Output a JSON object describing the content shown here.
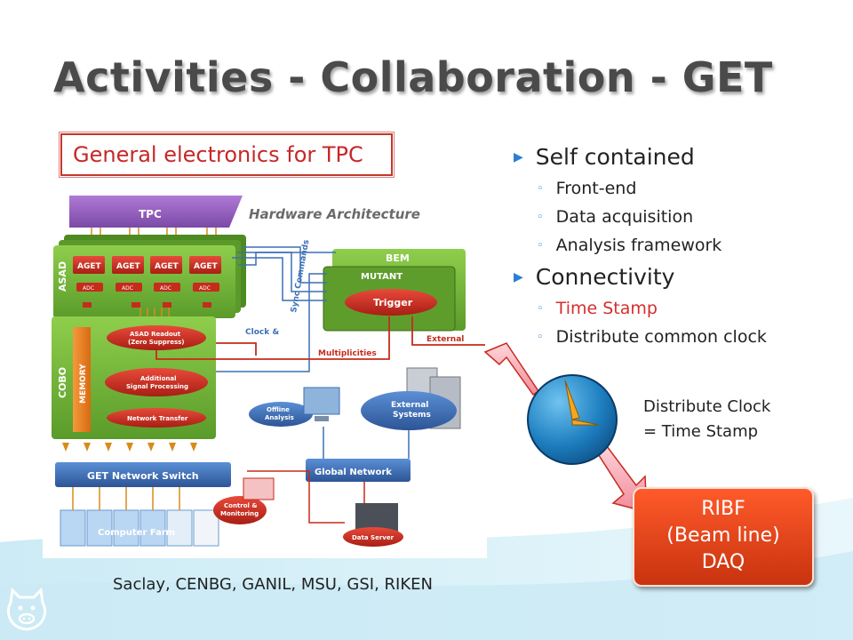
{
  "slide": {
    "title": "Activities - Collaboration - GET",
    "red_box_label": "General electronics for TPC",
    "credits": "Saclay, CENBG, GANIL, MSU, GSI, RIKEN"
  },
  "bullets": {
    "items": [
      {
        "text": "Self contained",
        "sub": [
          "Front-end",
          "Data acquisition",
          "Analysis framework"
        ]
      },
      {
        "text": "Connectivity",
        "sub": [
          "Time Stamp",
          "Distribute common clock"
        ]
      }
    ],
    "highlight_color": "#d32f2f"
  },
  "distribute_note": {
    "line1": "Distribute Clock",
    "line2": "= Time Stamp"
  },
  "ribf_box": {
    "line1": "RIBF",
    "line2": "(Beam line)",
    "line3": "DAQ"
  },
  "diagram": {
    "heading": "Hardware Architecture",
    "tpc": "TPC",
    "asad": "ASAD",
    "aget": [
      "AGET",
      "AGET",
      "AGET",
      "AGET"
    ],
    "adc": [
      "ADC",
      "ADC",
      "ADC",
      "ADC"
    ],
    "cobo": "COBO",
    "memory": "MEMORY",
    "asad_readout_1": "ASAD Readout",
    "asad_readout_2": "(Zero Suppress)",
    "additional_1": "Additional",
    "additional_2": "Signal Processing",
    "network_transfer": "Network Transfer",
    "bem": "BEM",
    "mutant": "MUTANT",
    "trigger": "Trigger",
    "sync_commands": "Sync Commands",
    "clock": "Clock &",
    "multiplicities": "Multiplicities",
    "external": "External",
    "offline_1": "Offline",
    "offline_2": "Analysis",
    "external_sys_1": "External",
    "external_sys_2": "Systems",
    "global_network": "Global Network",
    "get_network_switch": "GET Network Switch",
    "control_1": "Control &",
    "control_2": "Monitoring",
    "computer_farm": "Computer Farm",
    "data_server": "Data Server"
  },
  "colors": {
    "title": "#4a4a4a",
    "accent_bullet": "#2a7fd0",
    "ribf_red": "#e0441b",
    "green_board": "#6fb33a",
    "network_blue": "#3d6fb6"
  }
}
